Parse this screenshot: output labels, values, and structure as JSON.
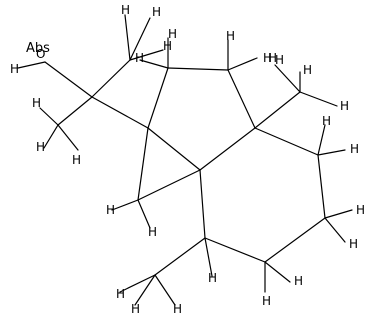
{
  "structure": {
    "stereo_label": "Abs",
    "oxygen_label": "O",
    "hydrogen_label": "H",
    "carbon_count": 15,
    "hydrogen_count": 26,
    "oxygen_count": 1
  },
  "colors": {
    "bond": "#000000",
    "background": "#ffffff"
  }
}
